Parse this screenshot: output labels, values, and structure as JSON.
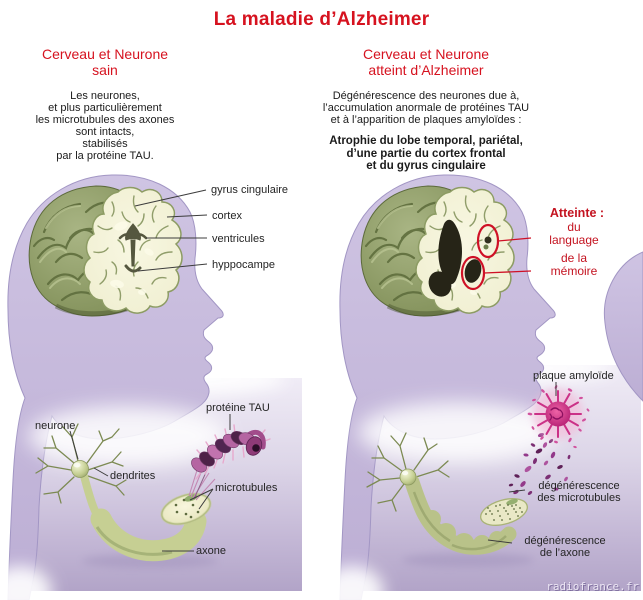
{
  "title": "La maladie d’Alzheimer",
  "watermark": "radiofrance.fr",
  "colors": {
    "accent_red": "#d6121f",
    "label_red": "#c41320",
    "annotation_red": "#cf1126",
    "head_purple": "#c6badb",
    "panel_lavender_top": "#f0ecf6",
    "panel_lavender_bottom": "#b2a4c8",
    "brain_olive": "#8e9d6d",
    "slice_cream": "#f4f3d9",
    "plaque_magenta": "#c2247c",
    "tau_purple": "#b565a2",
    "axon_green": "#c6cf93"
  },
  "left": {
    "heading_line1": "Cerveau et Neurone",
    "heading_line2": "sain",
    "description_lines": [
      "Les neurones,",
      "et plus particulièrement",
      "les microtubules des axones",
      "sont intacts,",
      "stabilisés",
      "par la protéine TAU."
    ],
    "brain_labels": {
      "gyrus": "gyrus cingulaire",
      "cortex": "cortex",
      "ventricles": "ventricules",
      "hippocampus": "hyppocampe"
    },
    "cell_labels": {
      "neuron": "neurone",
      "dendrites": "dendrites",
      "tau": "protéine TAU",
      "microtubules": "microtubules",
      "axon": "axone"
    }
  },
  "right": {
    "heading_line1": "Cerveau et Neurone",
    "heading_line2": "atteint d’Alzheimer",
    "description_lines": [
      "Dégénérescence des neurones due à,",
      "l’accumulation anormale de protéines TAU",
      "et à l’apparition de plaques amyloïdes :"
    ],
    "atrophy_lines": [
      "Atrophie du lobe temporal, pariétal,",
      "d’une partie du cortex frontal",
      "et du gyrus cingulaire"
    ],
    "impairment": {
      "title": "Atteinte :",
      "language_line1": "du",
      "language_line2": "language",
      "memory_line1": "de la",
      "memory_line2": "mémoire"
    },
    "cell_labels": {
      "plaque": "plaque amyloïde",
      "microtubules_line1": "dégénérescence",
      "microtubules_line2": "des microtubules",
      "axon_line1": "dégénérescence",
      "axon_line2": "de l’axone"
    }
  }
}
